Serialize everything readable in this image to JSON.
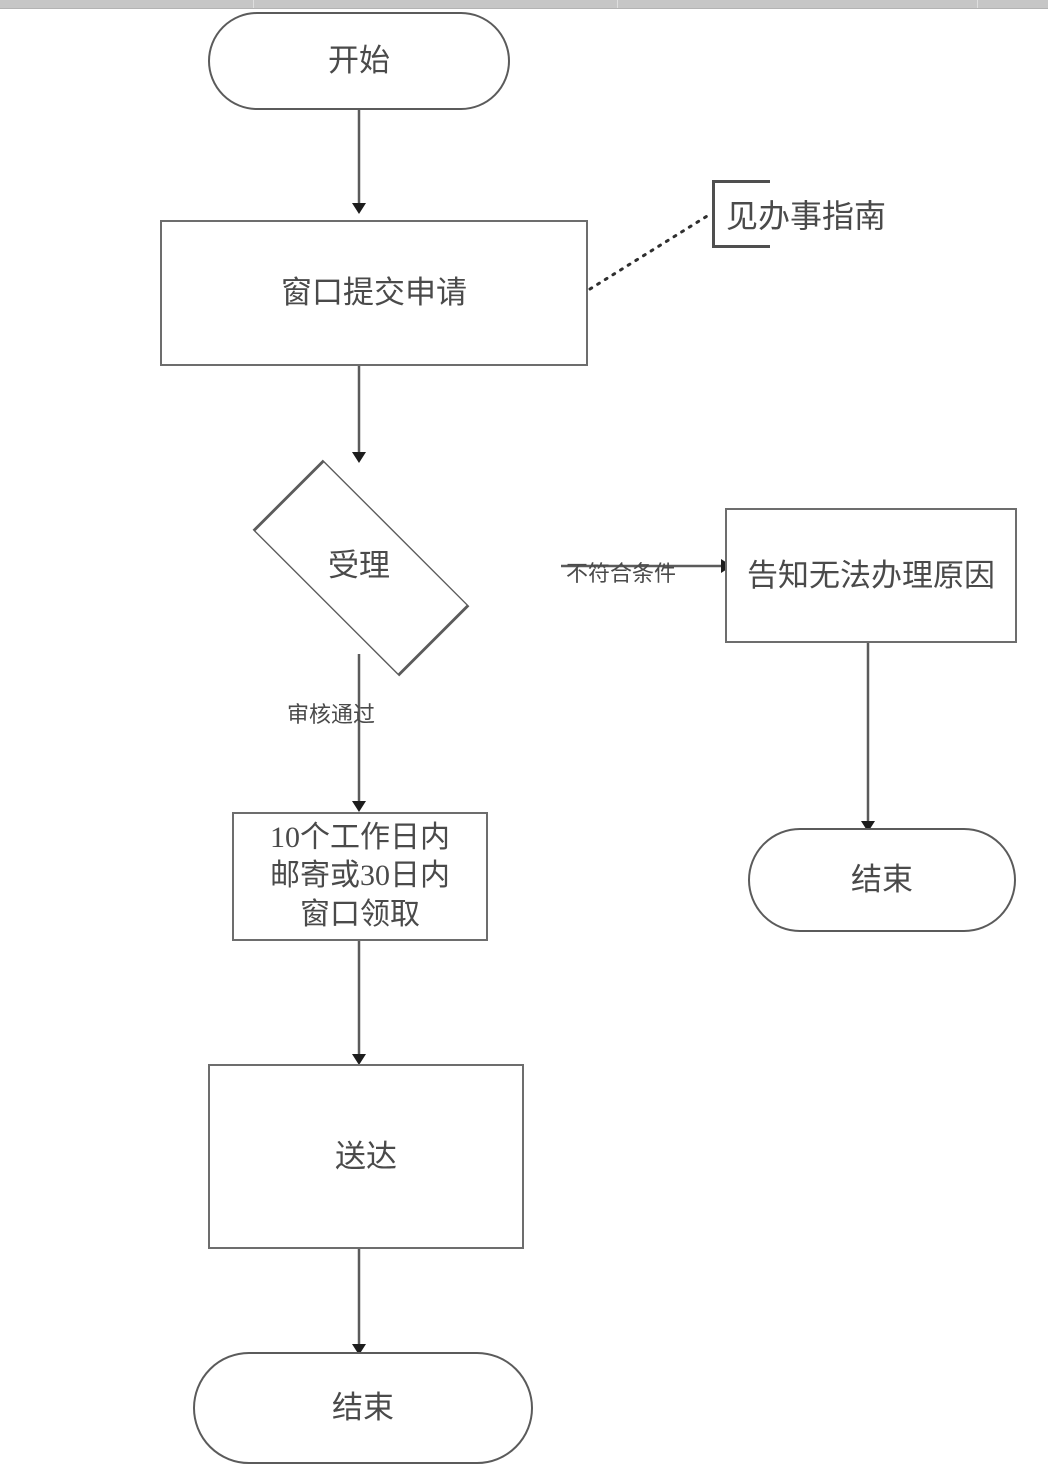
{
  "document": {
    "title": "办事流程图",
    "language": "zh-CN"
  },
  "ruler": {
    "visible": true,
    "tick_positions": [
      253,
      617,
      977,
      1337
    ]
  },
  "colors": {
    "stroke": "#5b5b5b",
    "process_stroke": "#6d6d6d",
    "annotation_stroke": "#4f4f4f",
    "text": "#4a4a4a",
    "background": "#ffffff",
    "ruler": "#c6c6c6"
  },
  "flowchart": {
    "type": "flowchart",
    "orientation": "top-to-bottom",
    "nodes": [
      {
        "id": "start",
        "shape": "terminal",
        "label": "开始"
      },
      {
        "id": "submit",
        "shape": "process",
        "label": "窗口提交申请"
      },
      {
        "id": "accept",
        "shape": "decision",
        "label": "受理"
      },
      {
        "id": "reject",
        "shape": "process",
        "label": "告知无法办理原因"
      },
      {
        "id": "deliverwin",
        "shape": "process",
        "label": "10个工作日内\n邮寄或30日内\n窗口领取"
      },
      {
        "id": "deliver",
        "shape": "process",
        "label": "送达"
      },
      {
        "id": "end_main",
        "shape": "terminal",
        "label": "结束"
      },
      {
        "id": "end_alt",
        "shape": "terminal",
        "label": "结束"
      }
    ],
    "annotations": [
      {
        "id": "guide",
        "shape": "comment-bracket",
        "label": "见办事指南",
        "attached_to": "submit",
        "connector": "dotted"
      }
    ],
    "edges": [
      {
        "from": "start",
        "to": "submit",
        "label": "",
        "style": "solid",
        "arrow": "down"
      },
      {
        "from": "submit",
        "to": "accept",
        "label": "",
        "style": "solid",
        "arrow": "down"
      },
      {
        "from": "accept",
        "to": "reject",
        "label": "不符合条件",
        "style": "solid",
        "arrow": "right"
      },
      {
        "from": "accept",
        "to": "deliverwin",
        "label": "审核通过",
        "style": "solid",
        "arrow": "down"
      },
      {
        "from": "deliverwin",
        "to": "deliver",
        "label": "",
        "style": "solid",
        "arrow": "down"
      },
      {
        "from": "deliver",
        "to": "end_main",
        "label": "",
        "style": "solid",
        "arrow": "down"
      },
      {
        "from": "reject",
        "to": "end_alt",
        "label": "",
        "style": "solid",
        "arrow": "down"
      },
      {
        "from": "submit",
        "to": "guide",
        "label": "",
        "style": "dotted",
        "arrow": "none"
      }
    ]
  }
}
